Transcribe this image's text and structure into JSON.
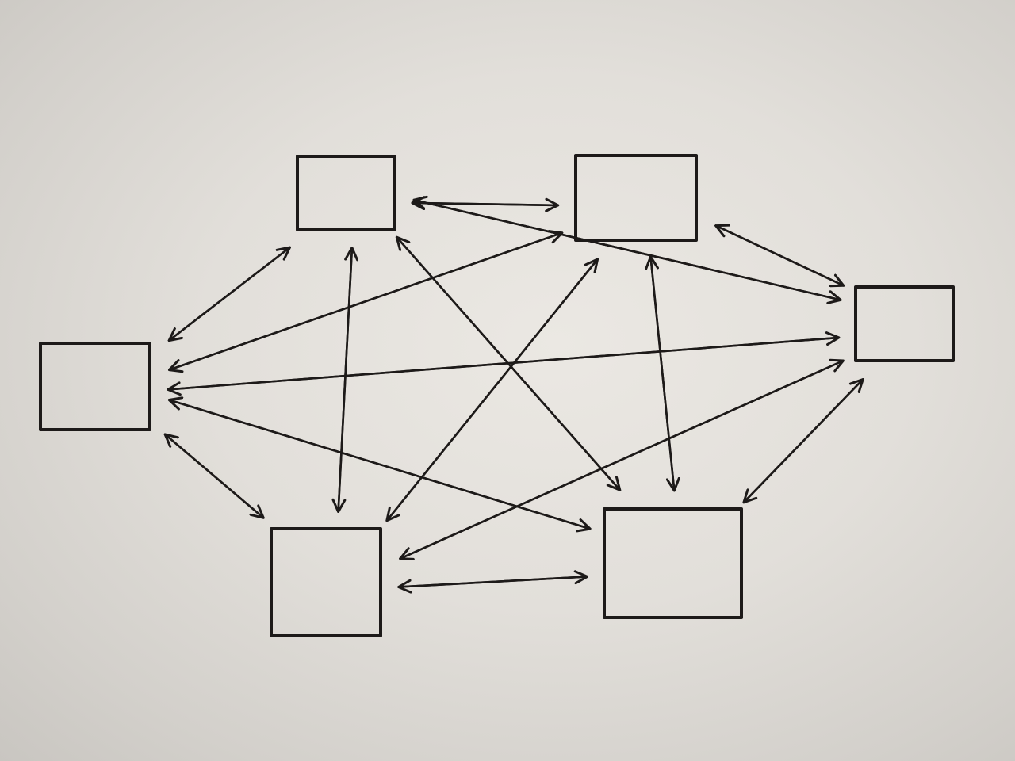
{
  "diagram": {
    "kind": "hand-drawn fully connected graph",
    "ink_color": "#1d1a19",
    "paper_color": "#e4e1dc",
    "nodes": [
      {
        "id": "top-left",
        "label": ""
      },
      {
        "id": "top-right",
        "label": ""
      },
      {
        "id": "far-left",
        "label": ""
      },
      {
        "id": "far-right",
        "label": ""
      },
      {
        "id": "bottom-left",
        "label": ""
      },
      {
        "id": "bottom-right",
        "label": ""
      }
    ],
    "connections": [
      {
        "from": "top-right",
        "to": "top-left"
      },
      {
        "from": "top-left",
        "to": "top-right"
      },
      {
        "from": "far-right",
        "to": "top-right"
      },
      {
        "from": "top-right",
        "to": "far-right"
      },
      {
        "from": "top-left",
        "to": "far-left"
      },
      {
        "from": "far-left",
        "to": "top-left"
      },
      {
        "from": "far-left",
        "to": "bottom-left"
      },
      {
        "from": "bottom-left",
        "to": "far-left"
      },
      {
        "from": "bottom-right",
        "to": "bottom-left"
      },
      {
        "from": "bottom-left",
        "to": "bottom-right"
      },
      {
        "from": "far-right",
        "to": "bottom-right"
      },
      {
        "from": "bottom-right",
        "to": "far-right"
      },
      {
        "from": "bottom-left",
        "to": "top-left"
      },
      {
        "from": "top-left",
        "to": "bottom-left"
      },
      {
        "from": "bottom-right",
        "to": "top-right"
      },
      {
        "from": "top-right",
        "to": "bottom-right"
      },
      {
        "from": "far-right",
        "to": "far-left"
      },
      {
        "from": "far-left",
        "to": "far-right"
      },
      {
        "from": "far-left",
        "to": "top-right"
      },
      {
        "from": "top-right",
        "to": "far-left"
      },
      {
        "from": "far-left",
        "to": "bottom-right"
      },
      {
        "from": "bottom-right",
        "to": "far-left"
      },
      {
        "from": "top-left",
        "to": "far-right"
      },
      {
        "from": "far-right",
        "to": "top-left"
      },
      {
        "from": "bottom-left",
        "to": "far-right"
      },
      {
        "from": "far-right",
        "to": "bottom-left"
      },
      {
        "from": "top-left",
        "to": "bottom-right"
      },
      {
        "from": "bottom-right",
        "to": "top-left"
      },
      {
        "from": "top-right",
        "to": "bottom-left"
      },
      {
        "from": "bottom-left",
        "to": "top-right"
      }
    ]
  }
}
